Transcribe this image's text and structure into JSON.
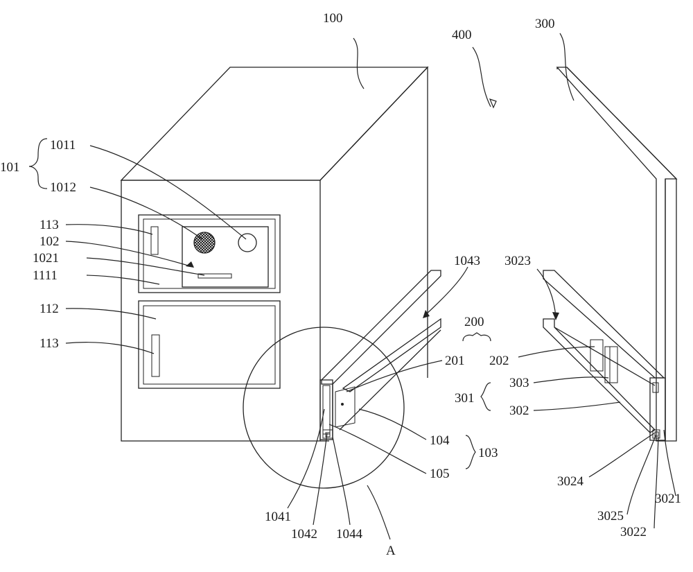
{
  "figure": {
    "labels": {
      "l100": "100",
      "l400": "400",
      "l300": "300",
      "l101": "101",
      "l1011": "1011",
      "l1012": "1012",
      "l113a": "113",
      "l102": "102",
      "l1021": "1021",
      "l1111": "1111",
      "l112": "112",
      "l113b": "113",
      "l1043": "1043",
      "l3023": "3023",
      "l200": "200",
      "l201": "201",
      "l202": "202",
      "l303": "303",
      "l301": "301",
      "l302": "302",
      "l104": "104",
      "l103": "103",
      "l105": "105",
      "l1041": "1041",
      "l1042": "1042",
      "l1044": "1044",
      "lA": "A",
      "l3024": "3024",
      "l3025": "3025",
      "l3021": "3021",
      "l3022": "3022"
    }
  }
}
